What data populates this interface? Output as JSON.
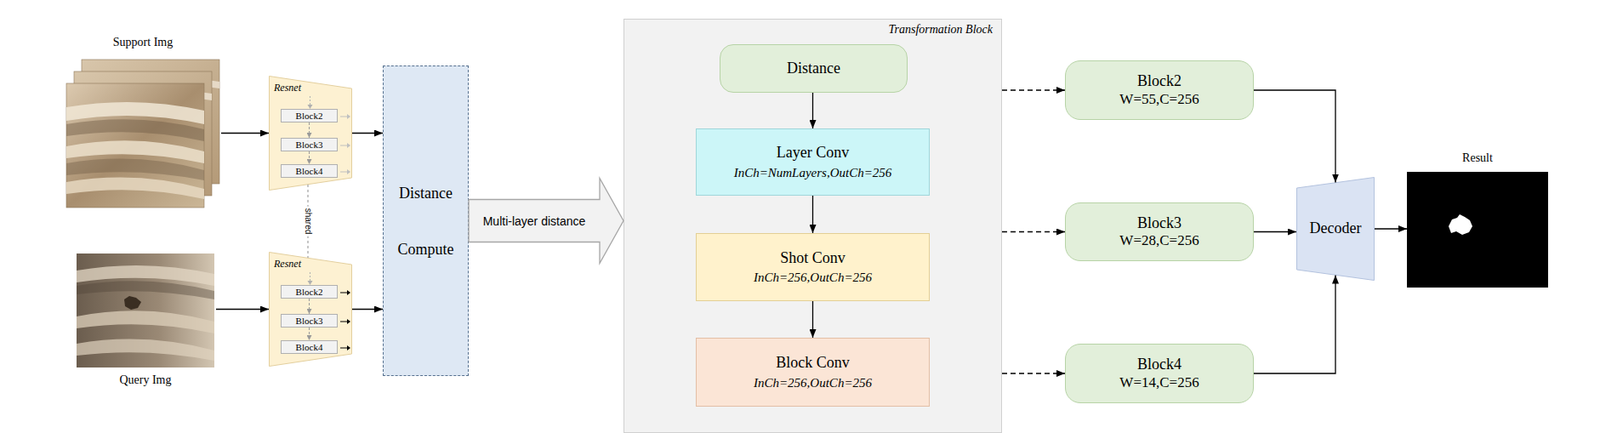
{
  "diagram": {
    "nodes": [
      {
        "text": [
          "Support Img"
        ]
      },
      {
        "text": [
          "Resnet"
        ]
      },
      {
        "text": [
          "Block2"
        ],
        "in": 1
      },
      {
        "text": [
          "Block3"
        ],
        "in": 1
      },
      {
        "text": [
          "Block4"
        ],
        "in": 1
      },
      {
        "text": [
          "Query Img"
        ]
      },
      {
        "text": [
          "Resnet"
        ]
      },
      {
        "text": [
          "Block2"
        ],
        "in": 6
      },
      {
        "text": [
          "Block3"
        ],
        "in": 6
      },
      {
        "text": [
          "Block4"
        ],
        "in": 6
      },
      {
        "text": [
          "Distance Compute"
        ]
      },
      {
        "text": [
          "Transformation Block"
        ]
      },
      {
        "text": [
          "Distance"
        ],
        "in": 11
      },
      {
        "text": [
          "Layer Conv",
          "InCh=NumLayers,OutCh=256"
        ],
        "in": 11
      },
      {
        "text": [
          "Shot Conv",
          "InCh=256,OutCh=256"
        ],
        "in": 11
      },
      {
        "text": [
          "Block Conv",
          "InCh=256,OutCh=256"
        ],
        "in": 11
      },
      {
        "text": [
          "Block2",
          "W=55,C=256"
        ]
      },
      {
        "text": [
          "Block3",
          "W=28,C=256"
        ]
      },
      {
        "text": [
          "Block4",
          "W=14,C=256"
        ]
      },
      {
        "text": [
          "Decoder"
        ]
      },
      {
        "text": [
          "Result"
        ]
      }
    ],
    "edges": [
      {
        "from": 0,
        "to": 1,
        "arrow": "to"
      },
      {
        "from": 5,
        "to": 6,
        "arrow": "to"
      },
      {
        "from": 2,
        "to": 3,
        "arrow": "to"
      },
      {
        "from": 3,
        "to": 4,
        "arrow": "to"
      },
      {
        "from": 7,
        "to": 8,
        "arrow": "to"
      },
      {
        "from": 8,
        "to": 9,
        "arrow": "to"
      },
      {
        "from": 1,
        "to": 6,
        "label": "shared",
        "arrow": "none"
      },
      {
        "from": 1,
        "to": 10,
        "arrow": "to"
      },
      {
        "from": 6,
        "to": 10,
        "arrow": "to"
      },
      {
        "from": 10,
        "to": 11,
        "label": "Multi-layer distance",
        "arrow": "to"
      },
      {
        "from": 12,
        "to": 13,
        "arrow": "to"
      },
      {
        "from": 13,
        "to": 14,
        "arrow": "to"
      },
      {
        "from": 14,
        "to": 15,
        "arrow": "to"
      },
      {
        "from": 11,
        "to": 16,
        "arrow": "to"
      },
      {
        "from": 11,
        "to": 17,
        "arrow": "to"
      },
      {
        "from": 11,
        "to": 18,
        "arrow": "to"
      },
      {
        "from": 16,
        "to": 19,
        "arrow": "to"
      },
      {
        "from": 17,
        "to": 19,
        "arrow": "to"
      },
      {
        "from": 18,
        "to": 19,
        "arrow": "to"
      },
      {
        "from": 19,
        "to": 20,
        "arrow": "to"
      }
    ]
  }
}
